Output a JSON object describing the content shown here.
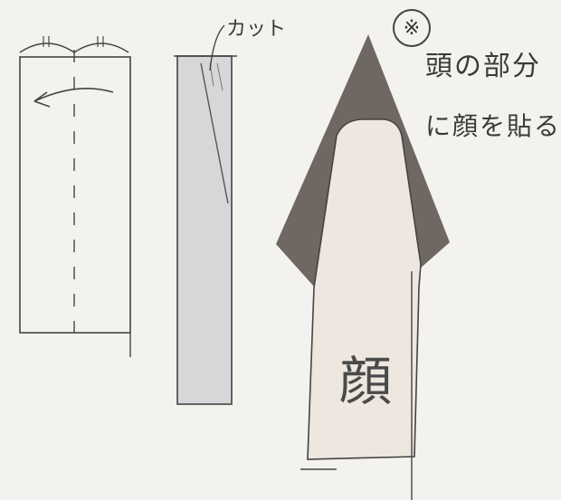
{
  "labels": {
    "cut": "カット",
    "note_mark": "※",
    "note_line1": "頭の部分",
    "note_line2": "に顔を貼る",
    "face": "顔"
  },
  "colors": {
    "paper": "#f4f2ee",
    "strip_fill": "#d9d6da",
    "hat_fill": "#6e6762",
    "face_fill": "#ede7df",
    "ink": "#3a3a3a"
  }
}
